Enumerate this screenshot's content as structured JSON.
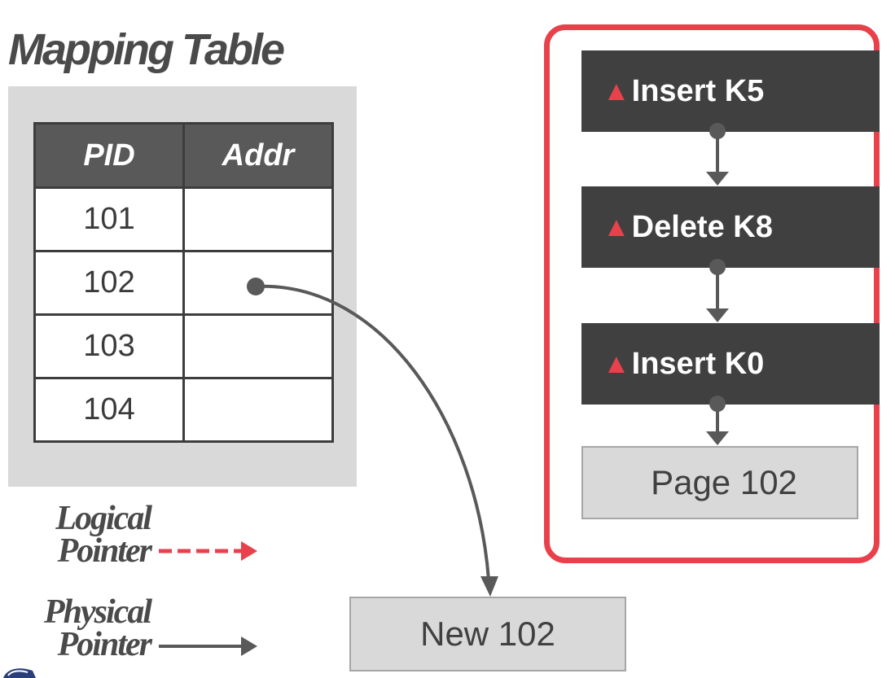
{
  "title": "Mapping Table",
  "mapping_table": {
    "headers": [
      "PID",
      "Addr"
    ],
    "rows": [
      "101",
      "102",
      "103",
      "104"
    ]
  },
  "delta_chain": [
    {
      "symbol": "▲",
      "label": "Insert K5"
    },
    {
      "symbol": "▲",
      "label": "Delete K8"
    },
    {
      "symbol": "▲",
      "label": "Insert K0"
    }
  ],
  "base_page": "Page 102",
  "new_page": "New 102",
  "legend": {
    "logical": [
      "Logical",
      "Pointer"
    ],
    "physical": [
      "Physical",
      "Pointer"
    ]
  },
  "colors": {
    "accent": "#e8414b",
    "delta_bg": "#404040",
    "header_bg": "#595959",
    "panel_bg": "#d9d9d9",
    "arrow": "#595959"
  }
}
